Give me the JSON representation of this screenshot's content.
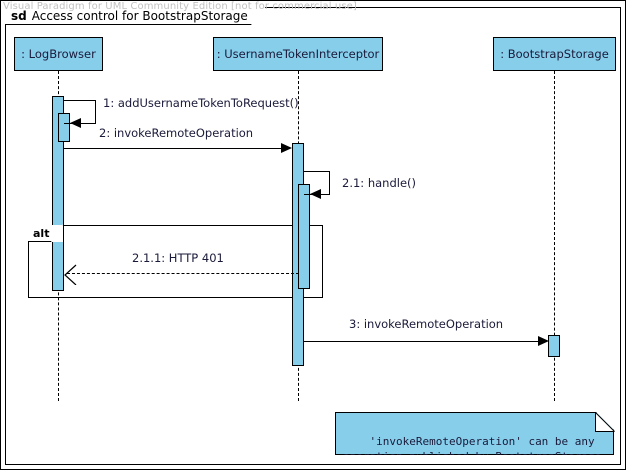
{
  "watermark": "Visual Paradigm for UML Community Edition [not for commercial use]",
  "frame": {
    "kind": "sd",
    "title": "Access control for BootstrapStorage"
  },
  "lifelines": [
    {
      "name": ": LogBrowser"
    },
    {
      "name": ": UsernameTokenInterceptor"
    },
    {
      "name": ": BootstrapStorage"
    }
  ],
  "messages": [
    {
      "label": "1: addUsernameTokenToRequest()"
    },
    {
      "label": "2: invokeRemoteOperation"
    },
    {
      "label": "2.1: handle()"
    },
    {
      "label": "2.1.1: HTTP 401"
    },
    {
      "label": "3: invokeRemoteOperation"
    }
  ],
  "fragments": [
    {
      "operator": "alt"
    }
  ],
  "note": {
    "text": "'invokeRemoteOperation' can be any\noperation published by BootstrapStorage"
  },
  "colors": {
    "fill": "#87CEEB",
    "stroke": "#000000",
    "text": "#1a1a3a",
    "watermark": "#c2c2c2"
  }
}
